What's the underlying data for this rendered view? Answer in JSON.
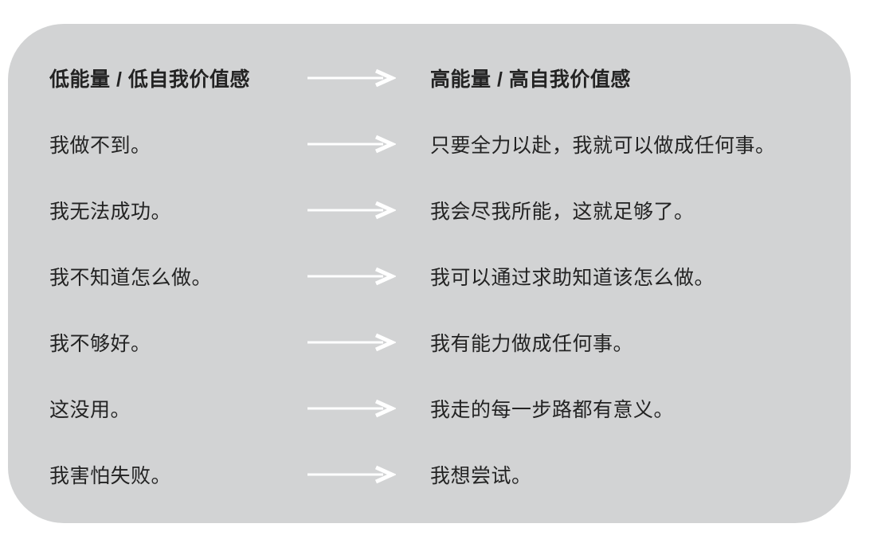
{
  "colors": {
    "page_bg": "#ffffff",
    "panel_bg": "#d2d3d4",
    "text": "#232323",
    "arrow": "#ffffff"
  },
  "diagram": {
    "header": {
      "low": "低能量 / 低自我价值感",
      "high": "高能量 / 高自我价值感"
    },
    "arrow_icon": "right-arrow",
    "rows": [
      {
        "low": "我做不到。",
        "high": "只要全力以赴，我就可以做成任何事。"
      },
      {
        "low": "我无法成功。",
        "high": "我会尽我所能，这就足够了。"
      },
      {
        "low": "我不知道怎么做。",
        "high": "我可以通过求助知道该怎么做。"
      },
      {
        "low": "我不够好。",
        "high": "我有能力做成任何事。"
      },
      {
        "low": "这没用。",
        "high": "我走的每一步路都有意义。"
      },
      {
        "low": "我害怕失败。",
        "high": "我想尝试。"
      }
    ]
  }
}
